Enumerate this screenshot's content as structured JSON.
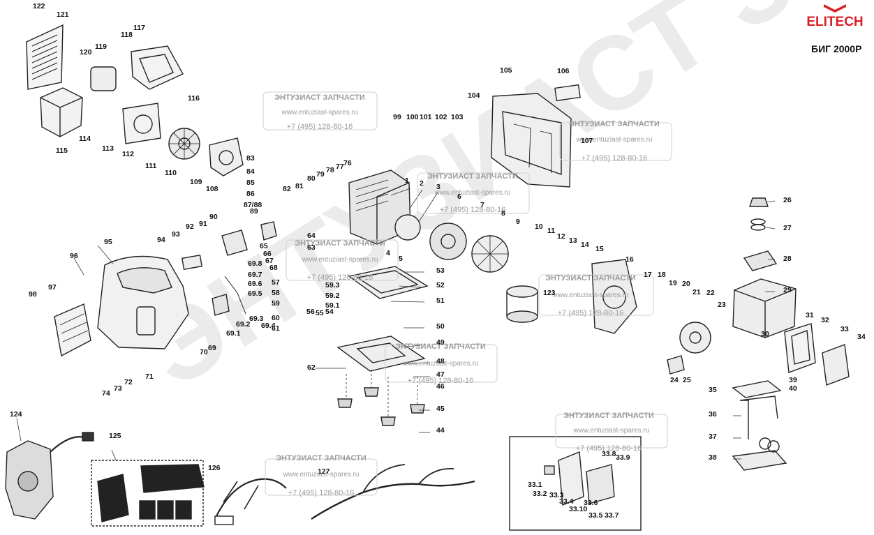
{
  "brand": {
    "name": "ELITECH",
    "model": "БИГ 2000Р",
    "color": "#d92027"
  },
  "watermark": {
    "big_text": "ЭНТУЗИАСТ ЗАПЧАСТИ®",
    "box_title": "ЭНТУЗИАСТ ЗАПЧАСТИ",
    "box_url": "www.entuziast-spares.ru",
    "box_phone": "+7 (495) 128-80-16"
  },
  "part_labels": [
    "1",
    "2",
    "3",
    "4",
    "5",
    "6",
    "7",
    "8",
    "9",
    "10",
    "11",
    "12",
    "13",
    "14",
    "15",
    "16",
    "17",
    "18",
    "19",
    "20",
    "21",
    "22",
    "23",
    "24",
    "25",
    "26",
    "27",
    "28",
    "29",
    "30",
    "31",
    "32",
    "33",
    "34",
    "35",
    "36",
    "37",
    "38",
    "39",
    "40",
    "44",
    "45",
    "46",
    "47",
    "48",
    "49",
    "50",
    "51",
    "52",
    "53",
    "54",
    "55",
    "56",
    "57",
    "58",
    "59",
    "59.1",
    "59.2",
    "59.3",
    "60",
    "61",
    "62",
    "63",
    "64",
    "65",
    "66",
    "67",
    "68",
    "69",
    "69.1",
    "69.2",
    "69.3",
    "69.4",
    "69.5",
    "69.6",
    "69.7",
    "69.8",
    "70",
    "71",
    "72",
    "73",
    "74",
    "76",
    "77",
    "78",
    "79",
    "80",
    "81",
    "82",
    "83",
    "84",
    "85",
    "86",
    "87/88",
    "89",
    "90",
    "91",
    "92",
    "93",
    "94",
    "95",
    "96",
    "97",
    "98",
    "99",
    "100",
    "101",
    "102",
    "103",
    "104",
    "105",
    "106",
    "107",
    "108",
    "109",
    "110",
    "111",
    "112",
    "113",
    "114",
    "115",
    "116",
    "117",
    "118",
    "119",
    "120",
    "121",
    "122",
    "123",
    "124",
    "125",
    "126",
    "127",
    "33.1",
    "33.2",
    "33.3",
    "33.4",
    "33.5",
    "33.6",
    "33.7",
    "33.8",
    "33.9",
    "33.10"
  ]
}
